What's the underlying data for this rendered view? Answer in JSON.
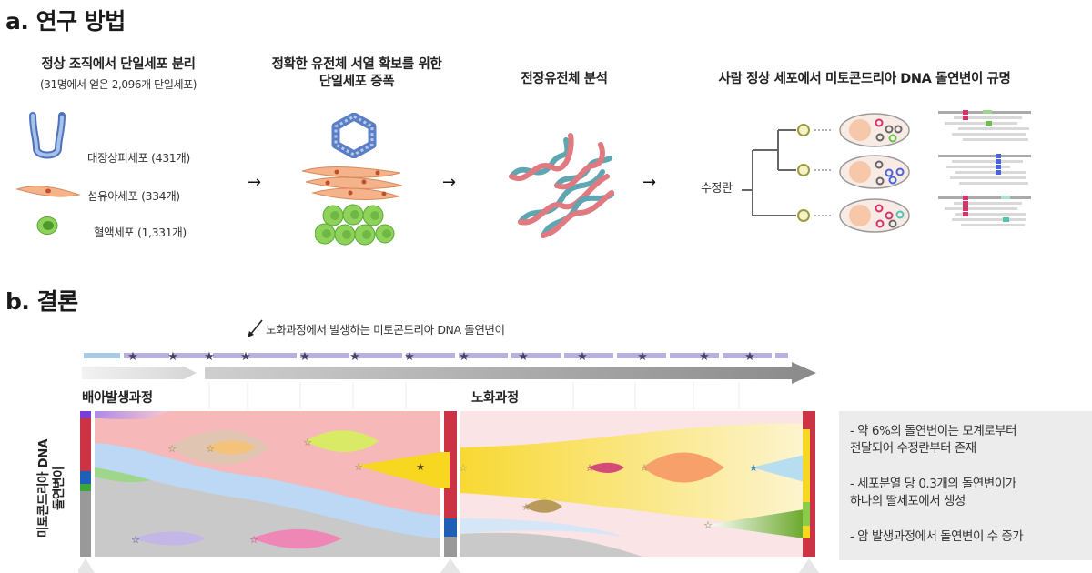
{
  "section_a": {
    "title": "a. 연구 방법",
    "steps": [
      {
        "title": "정상 조직에서 단일세포 분리",
        "subtitle": "(31명에서 얻은 2,096개 단일세포)"
      },
      {
        "title_line1": "정확한 유전체 서열 확보를 위한",
        "title_line2": "단일세포 증폭"
      },
      {
        "title": "전장유전체 분석"
      },
      {
        "title": "사람 정상 세포에서 미토콘드리아 DNA 돌연변이 규명"
      }
    ],
    "cell_types": [
      {
        "label": "대장상피세포 (431개)",
        "icon": "colon-crypt-icon",
        "color": "#5b7fc4"
      },
      {
        "label": "섬유아세포 (334개)",
        "icon": "fibroblast-icon",
        "color": "#f0a77a"
      },
      {
        "label": "혈액세포 (1,331개)",
        "icon": "blood-cell-icon",
        "color": "#8fcf5a"
      }
    ],
    "arrows": [
      "→",
      "→",
      "→"
    ],
    "tree_root_label": "수정란",
    "mutation_colors": {
      "red": "#d6336c",
      "green": "#6cc04a",
      "blue": "#4a63d6",
      "teal": "#4fc4b0",
      "gray": "#666666"
    }
  },
  "section_b": {
    "title": "b. 결론",
    "annotation": "노화과정에서 발생하는 미토콘드리아 DNA 돌연변이",
    "phases": {
      "embryo": "배아발생과정",
      "aging": "노화과정"
    },
    "y_axis_label_line1": "미토콘드리아 DNA",
    "y_axis_label_line2": "돌연변이",
    "summary": [
      {
        "line1": "- 약 6%의 돌연변이는 모계로부터",
        "line2": "전달되어 수정란부터 존재"
      },
      {
        "line1": "- 세포분열 당 0.3개의 돌연변이가",
        "line2": "하나의 딸세포에서 생성"
      },
      {
        "line1": "- 암 발생과정에서 돌연변이 수 증가",
        "line2": ""
      }
    ],
    "colors": {
      "red_band": "#f6b8b8",
      "blue_band": "#bcd8f5",
      "gray_band": "#c8c8c8",
      "yellow_band": "#f7e46a",
      "bar_red": "#cc3344",
      "bar_blue": "#1f5fb5",
      "bar_gray": "#999999",
      "timeline_purple": "#b8b0dd",
      "timeline_blue": "#a8cbe8",
      "star": "#4a3f66"
    }
  }
}
